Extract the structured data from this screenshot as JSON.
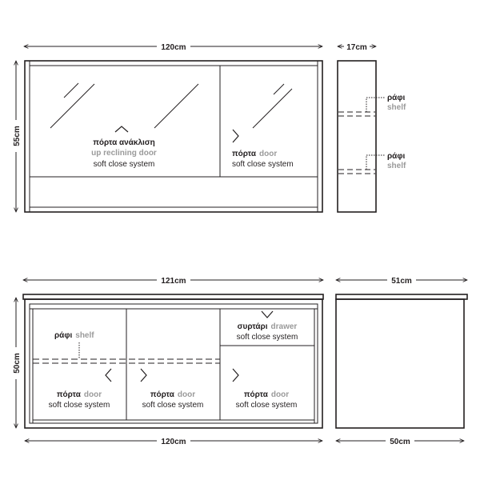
{
  "colors": {
    "ink": "#231f20",
    "muted": "#9a9a9a",
    "background": "#ffffff"
  },
  "upper_cabinet": {
    "width_label": "120cm",
    "height_label": "55cm",
    "depth_label": "17cm",
    "up_door": {
      "title": "πόρτα ανάκλιση",
      "subtitle": "up reclining door",
      "note": "soft close system"
    },
    "side_door": {
      "title_gr": "πόρτα",
      "title_en": "door",
      "note": "soft close system"
    },
    "shelf_1": {
      "gr": "ράφι",
      "en": "shelf"
    },
    "shelf_2": {
      "gr": "ράφι",
      "en": "shelf"
    }
  },
  "lower_cabinet": {
    "top_width_label": "121cm",
    "bottom_width_label": "120cm",
    "height_label": "50cm",
    "side_top_label": "51cm",
    "side_bottom_label": "50cm",
    "shelf": {
      "gr": "ράφι",
      "en": "shelf"
    },
    "drawer": {
      "gr": "συρτάρι",
      "en": "drawer",
      "note": "soft close system"
    },
    "door_1": {
      "gr": "πόρτα",
      "en": "door",
      "note": "soft close system"
    },
    "door_2": {
      "gr": "πόρτα",
      "en": "door",
      "note": "soft close system"
    },
    "door_3": {
      "gr": "πόρτα",
      "en": "door",
      "note": "soft close system"
    }
  }
}
